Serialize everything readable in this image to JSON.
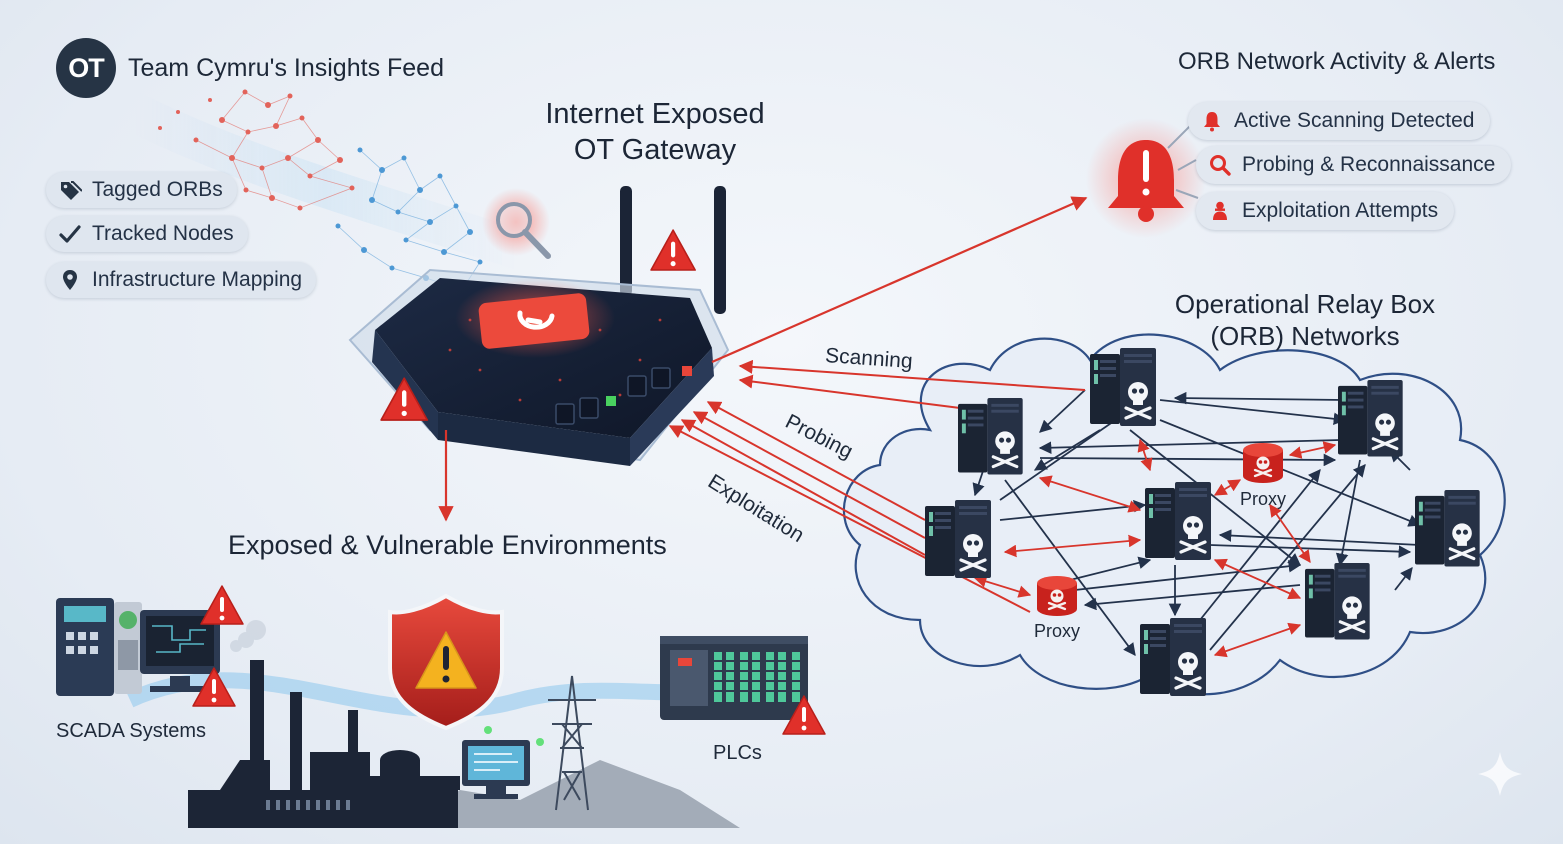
{
  "header": {
    "badge": "OT",
    "title": "Team Cymru's Insights Feed"
  },
  "feed_tags": [
    {
      "label": "Tagged ORBs",
      "icon": "tag-icon"
    },
    {
      "label": "Tracked Nodes",
      "icon": "checkmark-icon"
    },
    {
      "label": "Infrastructure Mapping",
      "icon": "location-pin-icon"
    }
  ],
  "gateway": {
    "title_line1": "Internet Exposed",
    "title_line2": "OT Gateway"
  },
  "alerts": {
    "heading": "ORB Network Activity & Alerts",
    "items": [
      {
        "label": "Active Scanning Detected",
        "icon": "bell-icon"
      },
      {
        "label": "Probing & Reconnaissance",
        "icon": "magnifier-icon"
      },
      {
        "label": "Exploitation Attempts",
        "icon": "attacker-icon"
      }
    ]
  },
  "orb": {
    "title_line1": "Operational Relay Box",
    "title_line2": "(ORB) Networks",
    "proxy_label": "Proxy"
  },
  "flows": {
    "scanning": "Scanning",
    "probing": "Probing",
    "exploitation": "Exploitation"
  },
  "environments": {
    "title": "Exposed & Vulnerable Environments",
    "scada": "SCADA Systems",
    "plcs": "PLCs"
  },
  "colors": {
    "alert_red": "#e0302a",
    "navy": "#263445",
    "pill_bg": "#dfe6ef",
    "cloud_edge": "#2f4f86"
  }
}
